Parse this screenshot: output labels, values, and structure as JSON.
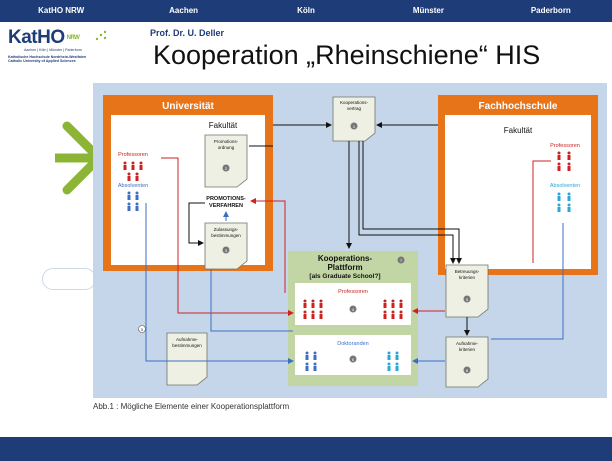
{
  "nav": {
    "items": [
      "KatHO NRW",
      "Aachen",
      "Köln",
      "Münster",
      "Paderborn"
    ]
  },
  "logo": {
    "name": "KatHO",
    "nrw": "NRW",
    "cities": "Aachen | Köln | Münster | Paderborn",
    "institution_de": "Katholische Hochschule Nordrhein-Westfalen",
    "institution_en": "Catholic University of Applied Sciences"
  },
  "author": "Prof. Dr. U. Deller",
  "title": "Kooperation „Rheinschiene“ HIS",
  "caption": "Abb.1 : Mögliche Elemente einer Kooperationsplattform",
  "colors": {
    "navy": "#1d3c78",
    "orange": "#e8741a",
    "green": "#8cb536",
    "diagram_bg": "#c6d6ea",
    "platform_bg": "#c2d5a4",
    "red": "#cc2222",
    "blue": "#3c6fc4",
    "cyan": "#27a8d6"
  },
  "diagram": {
    "universitaet": {
      "header": "Universität",
      "fakultaet": "Fakultät",
      "professoren": "Professoren",
      "absolventen": "Absolventen"
    },
    "fachhochschule": {
      "header": "Fachhochschule",
      "fakultaet": "Fakultät",
      "professoren": "Professoren",
      "absolventen": "Absolventen"
    },
    "docs": {
      "kooperationsvertrag": [
        "Kooperations-",
        "vertrag"
      ],
      "promotionsordnung": [
        "Promotions-",
        "ordnung"
      ],
      "promotionsverfahren": [
        "PROMOTIONS-",
        "VERFAHREN"
      ],
      "zulassungsbestimmungen": [
        "Zulassungs-",
        "bestimmungen"
      ],
      "betreuungskriterien": [
        "Betreuungs-",
        "kriterien"
      ],
      "aufnahmekriterien": [
        "Aufnahme-",
        "kriterien"
      ],
      "aufnahmebestimmungen": [
        "Aufnahme-",
        "bestimmungen"
      ]
    },
    "numbers": [
      "1",
      "2",
      "3",
      "4",
      "5",
      "6",
      "7",
      "8"
    ],
    "platform": {
      "title_lines": [
        "Kooperations-",
        "Plattform",
        "[als Graduate School?]"
      ],
      "professoren": "Professoren",
      "doktoranden": "Doktoranden"
    }
  }
}
